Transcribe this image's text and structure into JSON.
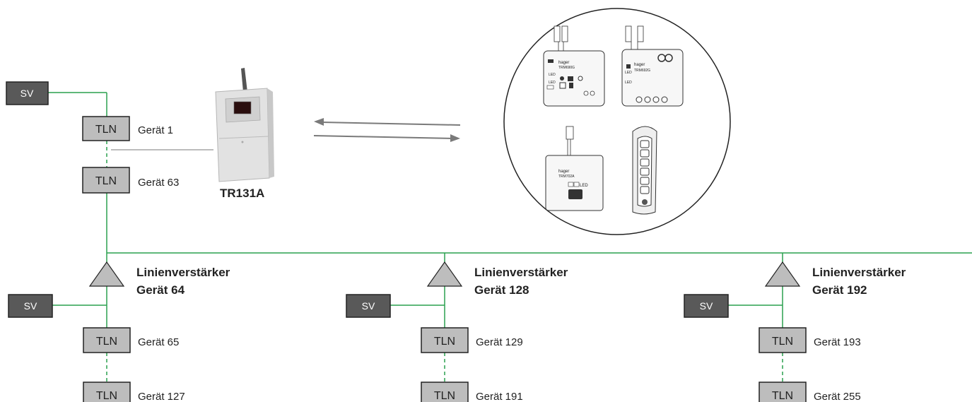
{
  "colors": {
    "bus_line": "#2aa04f",
    "box_fill": "#bdbdbd",
    "sv_fill": "#595959",
    "box_stroke": "#222222",
    "arrow": "#7a7a7a"
  },
  "top_segment": {
    "sv_label": "SV",
    "first_device": {
      "box_label": "TLN",
      "device_label": "Gerät 1"
    },
    "last_device": {
      "box_label": "TLN",
      "device_label": "Gerät 63"
    },
    "gateway": {
      "label": "TR131A",
      "icon": "radio-transmitter-icon"
    }
  },
  "modules_circle": {
    "icon": "hager-modules-icon",
    "module_texts": {
      "module_1_brand": "hager",
      "module_1_model": "TRM690G",
      "module_2_brand": "hager",
      "module_2_model": "TRM692G",
      "module_3_brand": "hager",
      "module_3_model": "TRM702A",
      "led": "LED"
    }
  },
  "amplifiers": [
    {
      "title": "Linienverstärker",
      "device": "Gerät 64",
      "sv_label": "SV",
      "first_box": "TLN",
      "first_label": "Gerät 65",
      "last_box": "TLN",
      "last_label": "Gerät 127"
    },
    {
      "title": "Linienverstärker",
      "device": "Gerät 128",
      "sv_label": "SV",
      "first_box": "TLN",
      "first_label": "Gerät 129",
      "last_box": "TLN",
      "last_label": "Gerät 191"
    },
    {
      "title": "Linienverstärker",
      "device": "Gerät 192",
      "sv_label": "SV",
      "first_box": "TLN",
      "first_label": "Gerät 193",
      "last_box": "TLN",
      "last_label": "Gerät 255"
    }
  ]
}
